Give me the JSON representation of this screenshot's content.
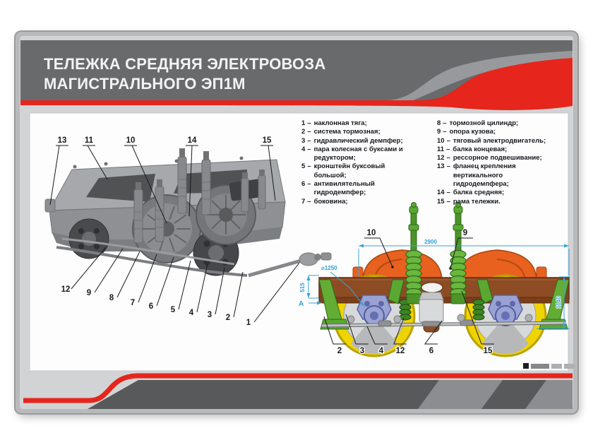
{
  "poster": {
    "title_line1": "ТЕЛЕЖКА СРЕДНЯЯ ЭЛЕКТРОВОЗА",
    "title_line2": "МАГИСТРАЛЬНОГО ЭП1М"
  },
  "legend": {
    "separator": "–",
    "column1": [
      {
        "num": "1",
        "text": "наклонная тяга;"
      },
      {
        "num": "2",
        "text": "система тормозная;"
      },
      {
        "num": "3",
        "text": "гидравлический демпфер;"
      },
      {
        "num": "4",
        "text": "пара колесная с буксами и редуктором;"
      },
      {
        "num": "5",
        "text": "кронштейн буксовый большой;"
      },
      {
        "num": "6",
        "text": "антивилятельный гидродемпфер;"
      },
      {
        "num": "7",
        "text": "боковина;"
      }
    ],
    "column2": [
      {
        "num": "8",
        "text": "тормозной цилиндр;"
      },
      {
        "num": "9",
        "text": "опора кузова;"
      },
      {
        "num": "10",
        "text": "тяговый электродвигатель;"
      },
      {
        "num": "11",
        "text": "балка концевая;"
      },
      {
        "num": "12",
        "text": "рессорное подвешивание;"
      },
      {
        "num": "13",
        "text": "фланец крепления вертикального гидродемпфера;"
      },
      {
        "num": "14",
        "text": "балка средняя;"
      },
      {
        "num": "15",
        "text": "рама тележки."
      }
    ]
  },
  "illustration": {
    "callouts_top": [
      "13",
      "11",
      "10",
      "14",
      "15"
    ],
    "callouts_bottom": [
      "12",
      "9",
      "8",
      "7",
      "6",
      "5",
      "4",
      "3",
      "2",
      "1"
    ]
  },
  "drawing": {
    "callouts_upper": [
      "10",
      "9"
    ],
    "callouts_lower": [
      "2",
      "3",
      "4",
      "12",
      "6",
      "15"
    ],
    "dim_width": "2900",
    "dim_wheel_diameter": "⌀1250",
    "dim_height_right": "1140",
    "dim_height_left": "515",
    "view_label": "А"
  },
  "colors": {
    "accent_red": "#e6251c",
    "header_band_gray": "#686a6c",
    "bottom_band_gray": "#57595b",
    "dimension_blue": "#3aa3d8",
    "wheel_yellow": "#f0d400",
    "motor_orange": "#e8611f",
    "beam_brown": "#8d4c24",
    "spring_green": "#5aa832"
  }
}
